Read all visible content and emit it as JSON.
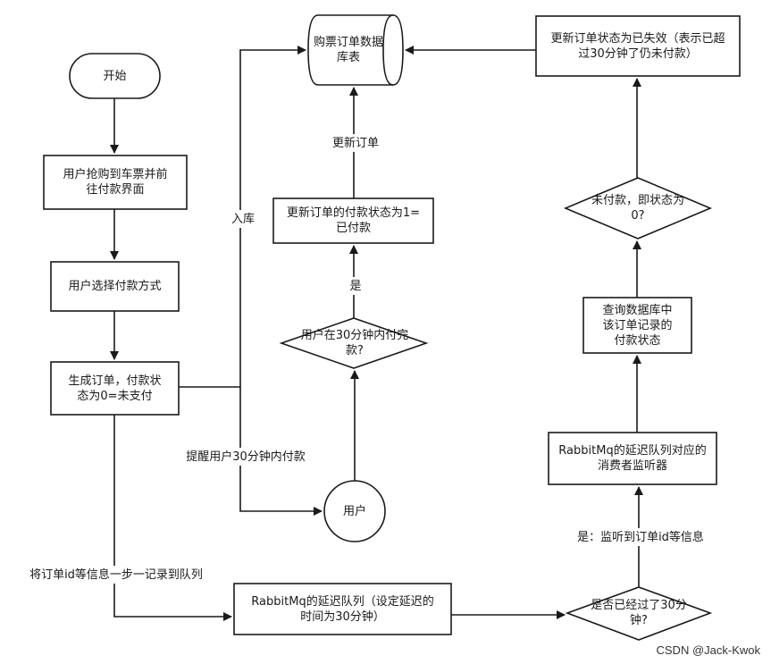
{
  "nodes": {
    "start": "开始",
    "grab_ticket": "用户抢购到车票并前\n往付款界面",
    "choose_payment": "用户选择付款方式",
    "create_order": "生成订单，付款状\n态为0=未支付",
    "database": "购票订单数据\n库表",
    "update_paid": "更新订单的付款状态为1=\n已付款",
    "paid_within_30": "用户在30分钟内付完\n款?",
    "user": "用户",
    "delay_queue": "RabbitMq的延迟队列（设定延迟的\n时间为30分钟）",
    "elapsed_30": "是否已经过了30分\n钟?",
    "consumer": "RabbitMq的延迟队列对应的\n消费者监听器",
    "query_status": "查询数据库中\n该订单记录的\n付款状态",
    "unpaid_check": "未付款，即状态为\n0?",
    "update_expired": "更新订单状态为已失效（表示已超\n过30分钟了仍未付款）"
  },
  "edge_labels": {
    "store": "入库",
    "update_order": "更新订单",
    "yes": "是",
    "remind": "提醒用户30分钟内付款",
    "enqueue": "将订单id等信息一步一记录到队列",
    "yes_listen": "是：监听到订单id等信息"
  },
  "watermark": "CSDN @Jack-Kwok",
  "colors": {
    "stroke": "#1a1a1a",
    "fill": "#ffffff"
  }
}
